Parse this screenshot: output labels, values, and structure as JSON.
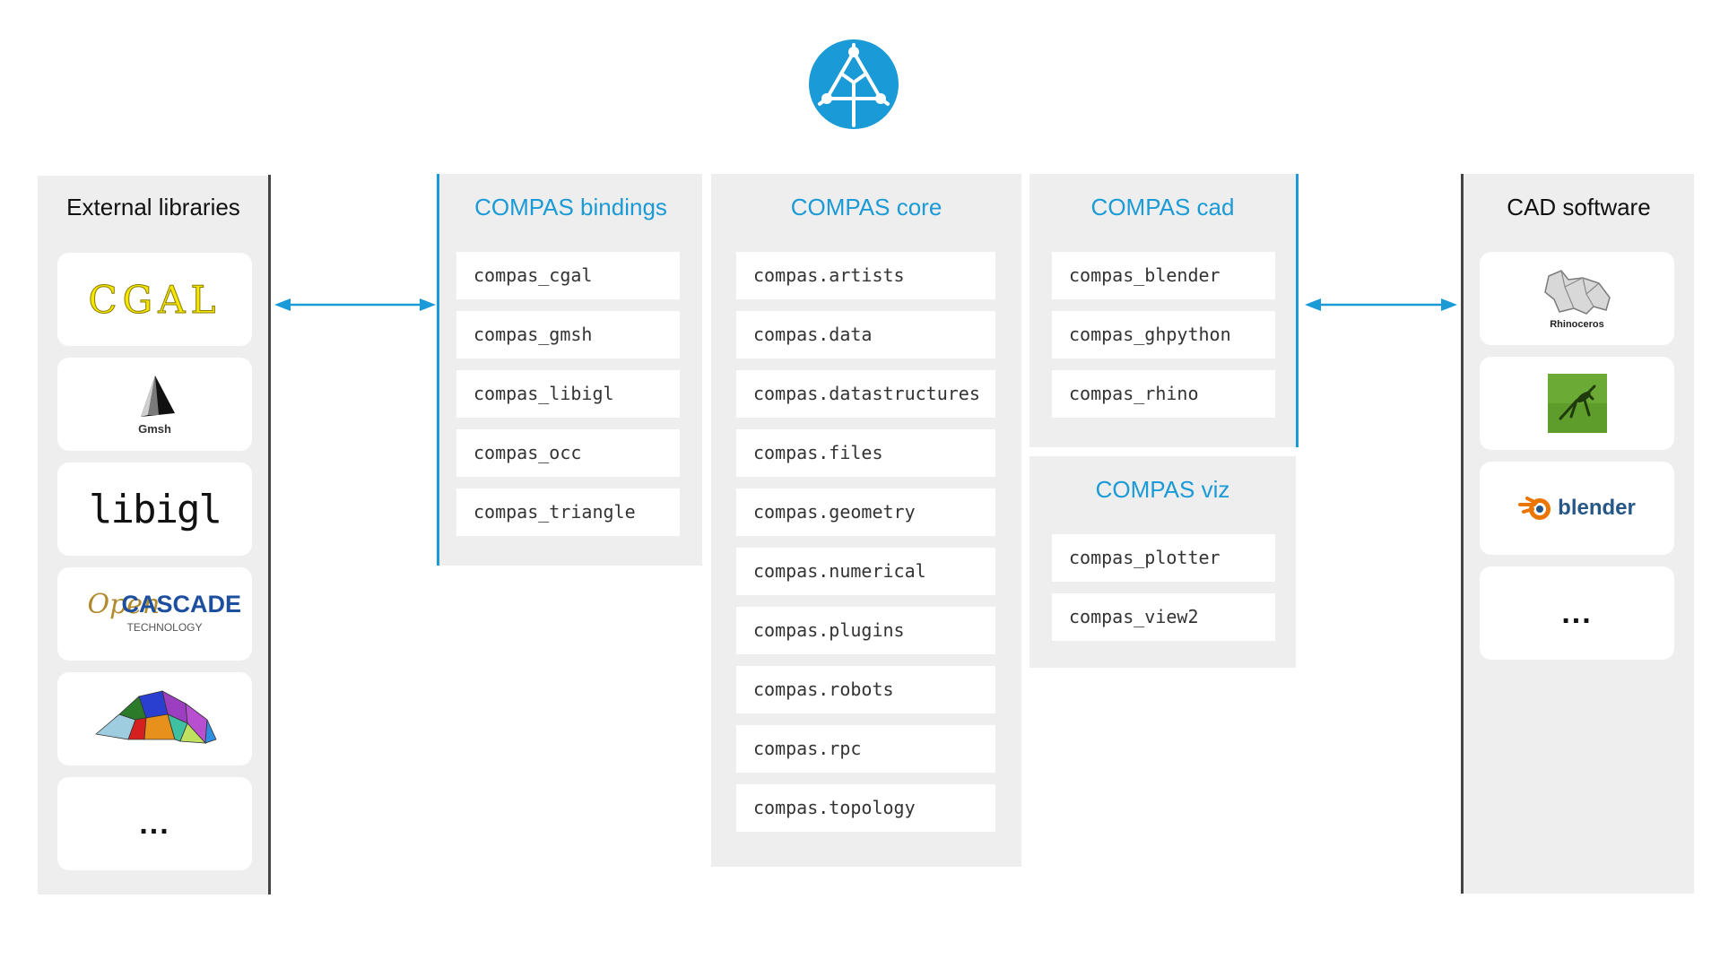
{
  "external": {
    "title": "External libraries",
    "logos": [
      {
        "icon": "cgal-logo",
        "text": "CGAL"
      },
      {
        "icon": "gmsh-logo",
        "text": "Gmsh"
      },
      {
        "icon": "libigl-logo",
        "text": "libigl"
      },
      {
        "icon": "opencascade-logo",
        "text_main": "CASCADE",
        "text_script": "Open",
        "text_sub": "TECHNOLOGY"
      },
      {
        "icon": "triangle-mesh-logo"
      },
      {
        "icon": "ellipsis",
        "text": "..."
      }
    ]
  },
  "bindings": {
    "title": "COMPAS bindings",
    "modules": [
      "compas_cgal",
      "compas_gmsh",
      "compas_libigl",
      "compas_occ",
      "compas_triangle"
    ]
  },
  "core": {
    "title": "COMPAS core",
    "modules": [
      "compas.artists",
      "compas.data",
      "compas.datastructures",
      "compas.files",
      "compas.geometry",
      "compas.numerical",
      "compas.plugins",
      "compas.robots",
      "compas.rpc",
      "compas.topology"
    ]
  },
  "cad": {
    "title": "COMPAS cad",
    "modules": [
      "compas_blender",
      "compas_ghpython",
      "compas_rhino"
    ]
  },
  "viz": {
    "title": "COMPAS viz",
    "modules": [
      "compas_plotter",
      "compas_view2"
    ]
  },
  "cad_software": {
    "title": "CAD software",
    "logos": [
      {
        "icon": "rhinoceros-logo",
        "text": "Rhinoceros"
      },
      {
        "icon": "grasshopper-logo"
      },
      {
        "icon": "blender-logo",
        "text": "blender"
      },
      {
        "icon": "ellipsis",
        "text": "..."
      }
    ]
  },
  "colors": {
    "accent": "#1a9ad6",
    "panel": "#eeeeee",
    "divider": "#444444"
  }
}
